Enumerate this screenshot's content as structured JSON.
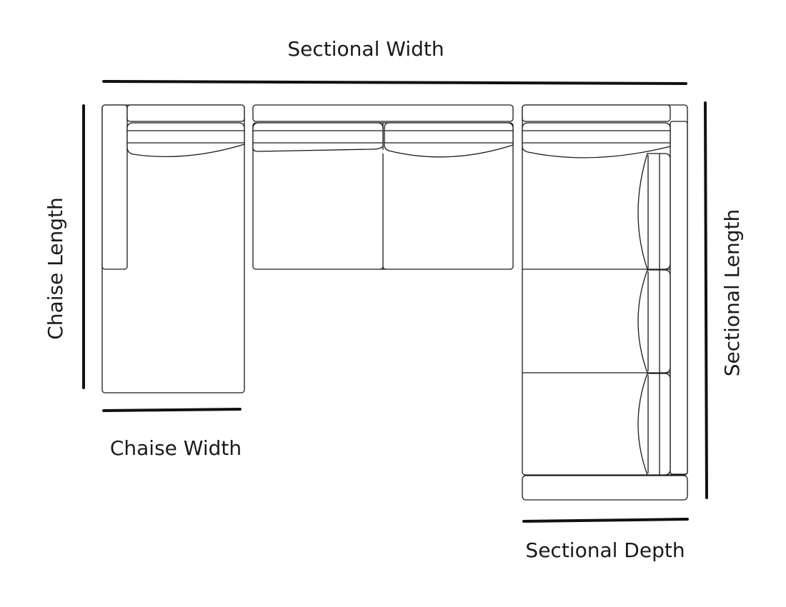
{
  "title": "",
  "labels": {
    "sectional_width": "Sectional Width",
    "chaise_length": "Chaise Length",
    "chaise_width": "Chaise Width",
    "sectional_length": "Sectional Length",
    "sectional_depth": "Sectional Depth"
  },
  "colors": {
    "line": "#1a1a1a",
    "background": "#ffffff"
  }
}
